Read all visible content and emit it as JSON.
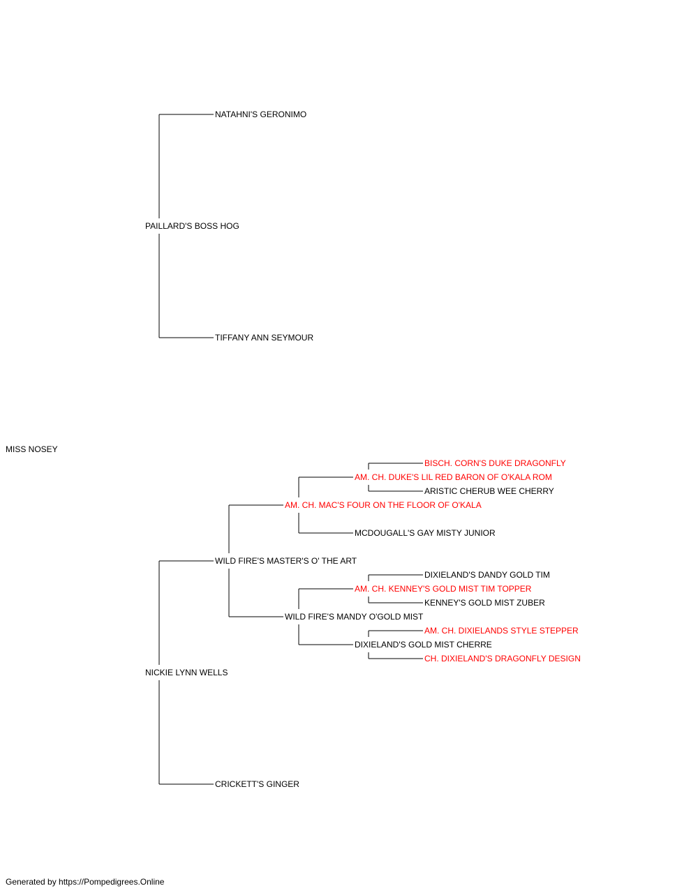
{
  "colors": {
    "normal": "#000000",
    "titled": "#ff0000",
    "line": "#000000"
  },
  "subject": "MISS NOSEY",
  "sire": {
    "name": "PAILLARD'S BOSS HOG",
    "sire": {
      "name": "NATAHNI'S GERONIMO"
    },
    "dam": {
      "name": "TIFFANY ANN SEYMOUR"
    }
  },
  "dam": {
    "name": "NICKIE LYNN WELLS",
    "sire": {
      "name": "WILD FIRE'S MASTER'S O' THE ART",
      "sire": {
        "name": "AM. CH. MAC'S FOUR ON THE FLOOR OF O'KALA",
        "titled": true,
        "sire": {
          "name": "AM. CH. DUKE'S LIL RED BARON OF O'KALA ROM",
          "titled": true,
          "sire": {
            "name": "BISCH. CORN'S DUKE DRAGONFLY",
            "titled": true
          },
          "dam": {
            "name": "ARISTIC CHERUB WEE CHERRY"
          }
        },
        "dam": {
          "name": "MCDOUGALL'S GAY MISTY JUNIOR"
        }
      },
      "dam": {
        "name": "WILD FIRE'S MANDY O'GOLD MIST",
        "sire": {
          "name": "AM. CH. KENNEY'S GOLD MIST TIM TOPPER",
          "titled": true,
          "sire": {
            "name": "DIXIELAND'S DANDY GOLD TIM"
          },
          "dam": {
            "name": "KENNEY'S GOLD MIST ZUBER"
          }
        },
        "dam": {
          "name": "DIXIELAND'S GOLD MIST CHERRE",
          "sire": {
            "name": "AM. CH. DIXIELANDS STYLE STEPPER",
            "titled": true
          },
          "dam": {
            "name": "CH. DIXIELAND'S DRAGONFLY DESIGN",
            "titled": true
          }
        }
      }
    },
    "dam": {
      "name": "CRICKETT'S GINGER"
    }
  },
  "footer": "Generated by https://Pompedigrees.Online"
}
